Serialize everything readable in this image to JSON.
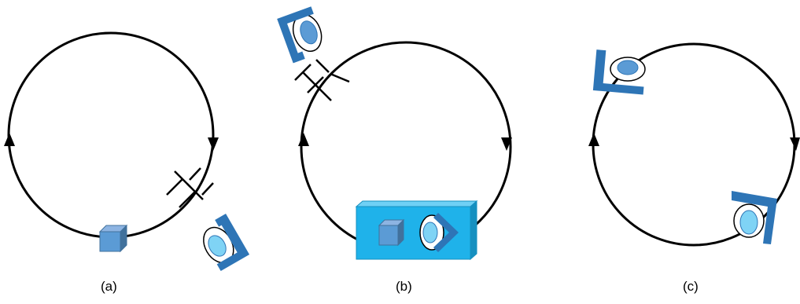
{
  "figure": {
    "panels": [
      {
        "label": "(a)",
        "elements": [
          "ring",
          "cube",
          "gap",
          "eye-in-bracket"
        ]
      },
      {
        "label": "(b)",
        "elements": [
          "ring",
          "gap",
          "eye-in-bracket",
          "box-with-cube-and-eye"
        ]
      },
      {
        "label": "(c)",
        "elements": [
          "ring",
          "eye-in-bracket",
          "eye-in-bracket"
        ]
      }
    ],
    "colors": {
      "ring": "#000000",
      "bracket": "#2e75b6",
      "eye_light": "#7fd3f5",
      "eye_dark": "#5b9bd5",
      "cube": "#5b9bd5",
      "box": "#1fb2ea"
    },
    "icons": [
      "circular-arrow-ring",
      "cube-icon",
      "eye-bracket-icon",
      "gap-symbol",
      "box-3d"
    ]
  }
}
